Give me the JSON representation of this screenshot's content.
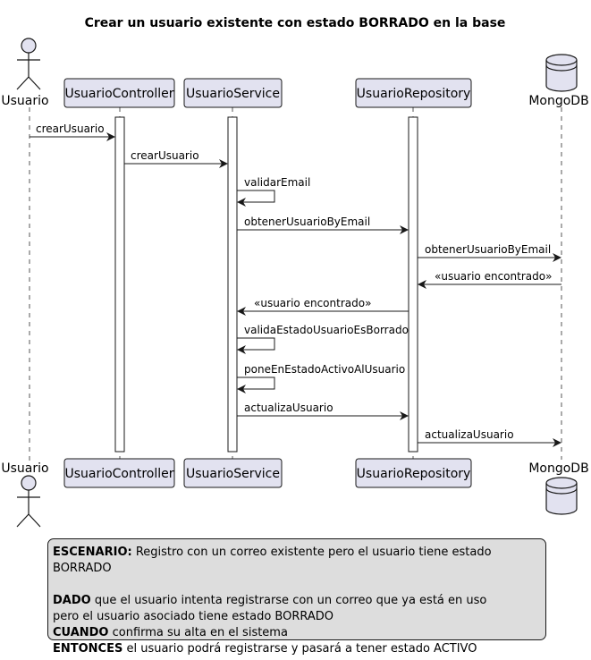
{
  "title": "Crear un usuario existente con estado BORRADO en la base",
  "participants": [
    {
      "id": "usuario",
      "label": "Usuario",
      "kind": "actor"
    },
    {
      "id": "controller",
      "label": "UsuarioController",
      "kind": "participant"
    },
    {
      "id": "service",
      "label": "UsuarioService",
      "kind": "participant"
    },
    {
      "id": "repository",
      "label": "UsuarioRepository",
      "kind": "participant"
    },
    {
      "id": "mongodb",
      "label": "MongoDB",
      "kind": "database"
    }
  ],
  "messages": [
    {
      "label": "crearUsuario",
      "from": "usuario",
      "to": "controller"
    },
    {
      "label": "crearUsuario",
      "from": "controller",
      "to": "service"
    },
    {
      "label": "validarEmail",
      "from": "service",
      "to": "service"
    },
    {
      "label": "obtenerUsuarioByEmail",
      "from": "service",
      "to": "repository"
    },
    {
      "label": "obtenerUsuarioByEmail",
      "from": "repository",
      "to": "mongodb"
    },
    {
      "label": "«usuario encontrado»",
      "from": "mongodb",
      "to": "repository"
    },
    {
      "label": "«usuario encontrado»",
      "from": "repository",
      "to": "service"
    },
    {
      "label": "validaEstadoUsuarioEsBorrado",
      "from": "service",
      "to": "service"
    },
    {
      "label": "poneEnEstadoActivoAlUsuario",
      "from": "service",
      "to": "service"
    },
    {
      "label": "actualizaUsuario",
      "from": "service",
      "to": "repository"
    },
    {
      "label": "actualizaUsuario",
      "from": "repository",
      "to": "mongodb"
    }
  ],
  "note": {
    "escenario_key": "ESCENARIO:",
    "escenario_text": " Registro con un correo existente pero el usuario tiene estado BORRADO",
    "dado_key": "DADO",
    "dado_text_1": " que el usuario intenta registrarse con un correo que ya está en uso",
    "dado_text_2": "pero el usuario asociado tiene estado BORRADO",
    "cuando_key": "CUANDO",
    "cuando_text": " confirma su alta en el sistema",
    "entonces_key": "ENTONCES",
    "entonces_text": " el usuario podrá registrarse y pasará a tener estado ACTIVO"
  },
  "colors": {
    "participant_fill": "#e2e2f0",
    "border": "#181818",
    "lifeline": "#555555",
    "note_fill": "#dddddd"
  }
}
